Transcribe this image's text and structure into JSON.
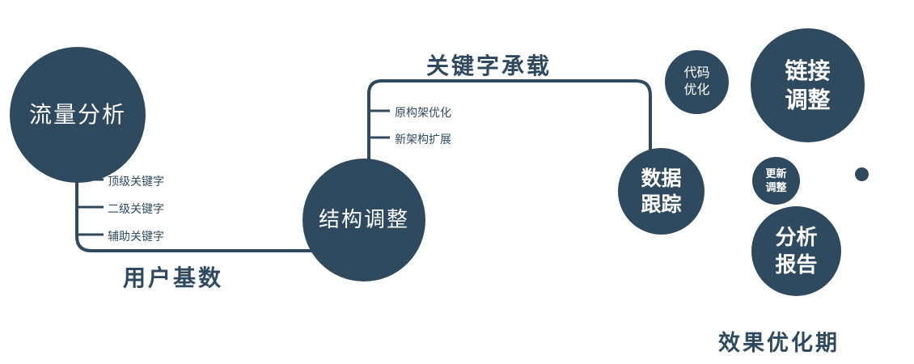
{
  "colors": {
    "accent": "#2f4a5e",
    "node_text": "#ffffff",
    "background": "#ffffff"
  },
  "nodes": {
    "traffic_analysis": {
      "label": "流量分析"
    },
    "structure_adjust": {
      "label": "结构调整"
    },
    "data_tracking": {
      "line1": "数据",
      "line2": "跟踪"
    },
    "code_optimization": {
      "line1": "代码",
      "line2": "优化"
    },
    "link_adjustment": {
      "line1": "链接",
      "line2": "调整"
    },
    "update_adjustment": {
      "line1": "更新",
      "line2": "调整"
    },
    "analysis_report": {
      "line1": "分析",
      "line2": "报告"
    }
  },
  "edge_labels": {
    "keyword_carry": "关键字承载",
    "user_base": "用户基数"
  },
  "branches": {
    "traffic": [
      "顶级关键字",
      "二级关键字",
      "辅助关键字"
    ],
    "structure": [
      "原构架优化",
      "新架构扩展"
    ]
  },
  "footer": {
    "label": "效果优化期"
  }
}
